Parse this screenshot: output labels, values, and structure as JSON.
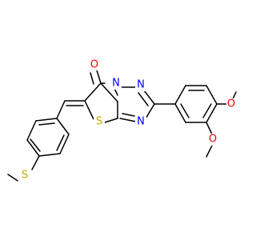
{
  "molecule": {
    "colors": {
      "background": "#ffffff",
      "bond": "#000000",
      "oxygen": "#ff0000",
      "nitrogen": "#0000ff",
      "sulfur": "#ccaa00"
    },
    "atom_labels": {
      "carbonyl_o": "O",
      "ring_n1": "N",
      "ring_n2": "N",
      "ring_n3": "N",
      "ring_s": "S",
      "methoxy_o1": "O",
      "methoxy_o2": "O",
      "thioether_s": "S"
    }
  }
}
